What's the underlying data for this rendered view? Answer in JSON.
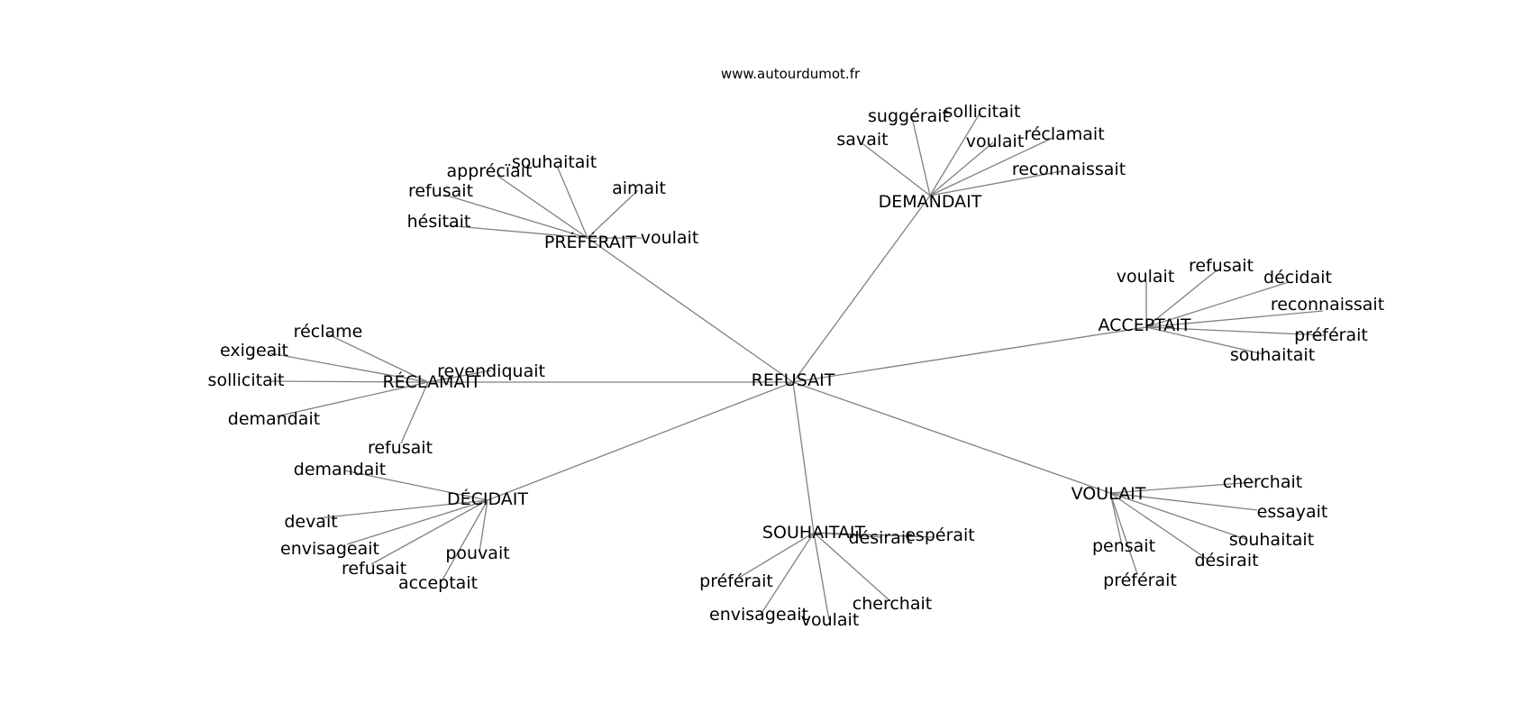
{
  "site": "www.autourdumot.fr",
  "center": "REFUSAIT",
  "clusters": [
    {
      "label": "PRÉFÉRAIT",
      "words": [
        "apprécïait",
        "souhaitait",
        "aimait",
        "refusait",
        "hésitait",
        "voulait"
      ]
    },
    {
      "label": "DEMANDAIT",
      "words": [
        "suggérait",
        "sollicitait",
        "savait",
        "voulait",
        "réclamait",
        "reconnaissait"
      ]
    },
    {
      "label": "ACCEPTAIT",
      "words": [
        "voulait",
        "refusait",
        "décidait",
        "reconnaissait",
        "préférait",
        "souhaitait"
      ]
    },
    {
      "label": "RÉCLAMAIT",
      "words": [
        "réclame",
        "exigeait",
        "sollicitait",
        "revendiquait",
        "demandait",
        "refusait"
      ]
    },
    {
      "label": "DÉCIDAIT",
      "words": [
        "demandait",
        "devait",
        "envisageait",
        "refusait",
        "acceptait",
        "pouvait"
      ]
    },
    {
      "label": "SOUHAITAIT",
      "words": [
        "désirait",
        "espérait",
        "préférait",
        "envisageait",
        "voulait",
        "cherchait"
      ]
    },
    {
      "label": "VOULAIT",
      "words": [
        "cherchait",
        "essayait",
        "souhaitait",
        "pensait",
        "désirait",
        "préférait"
      ]
    }
  ]
}
